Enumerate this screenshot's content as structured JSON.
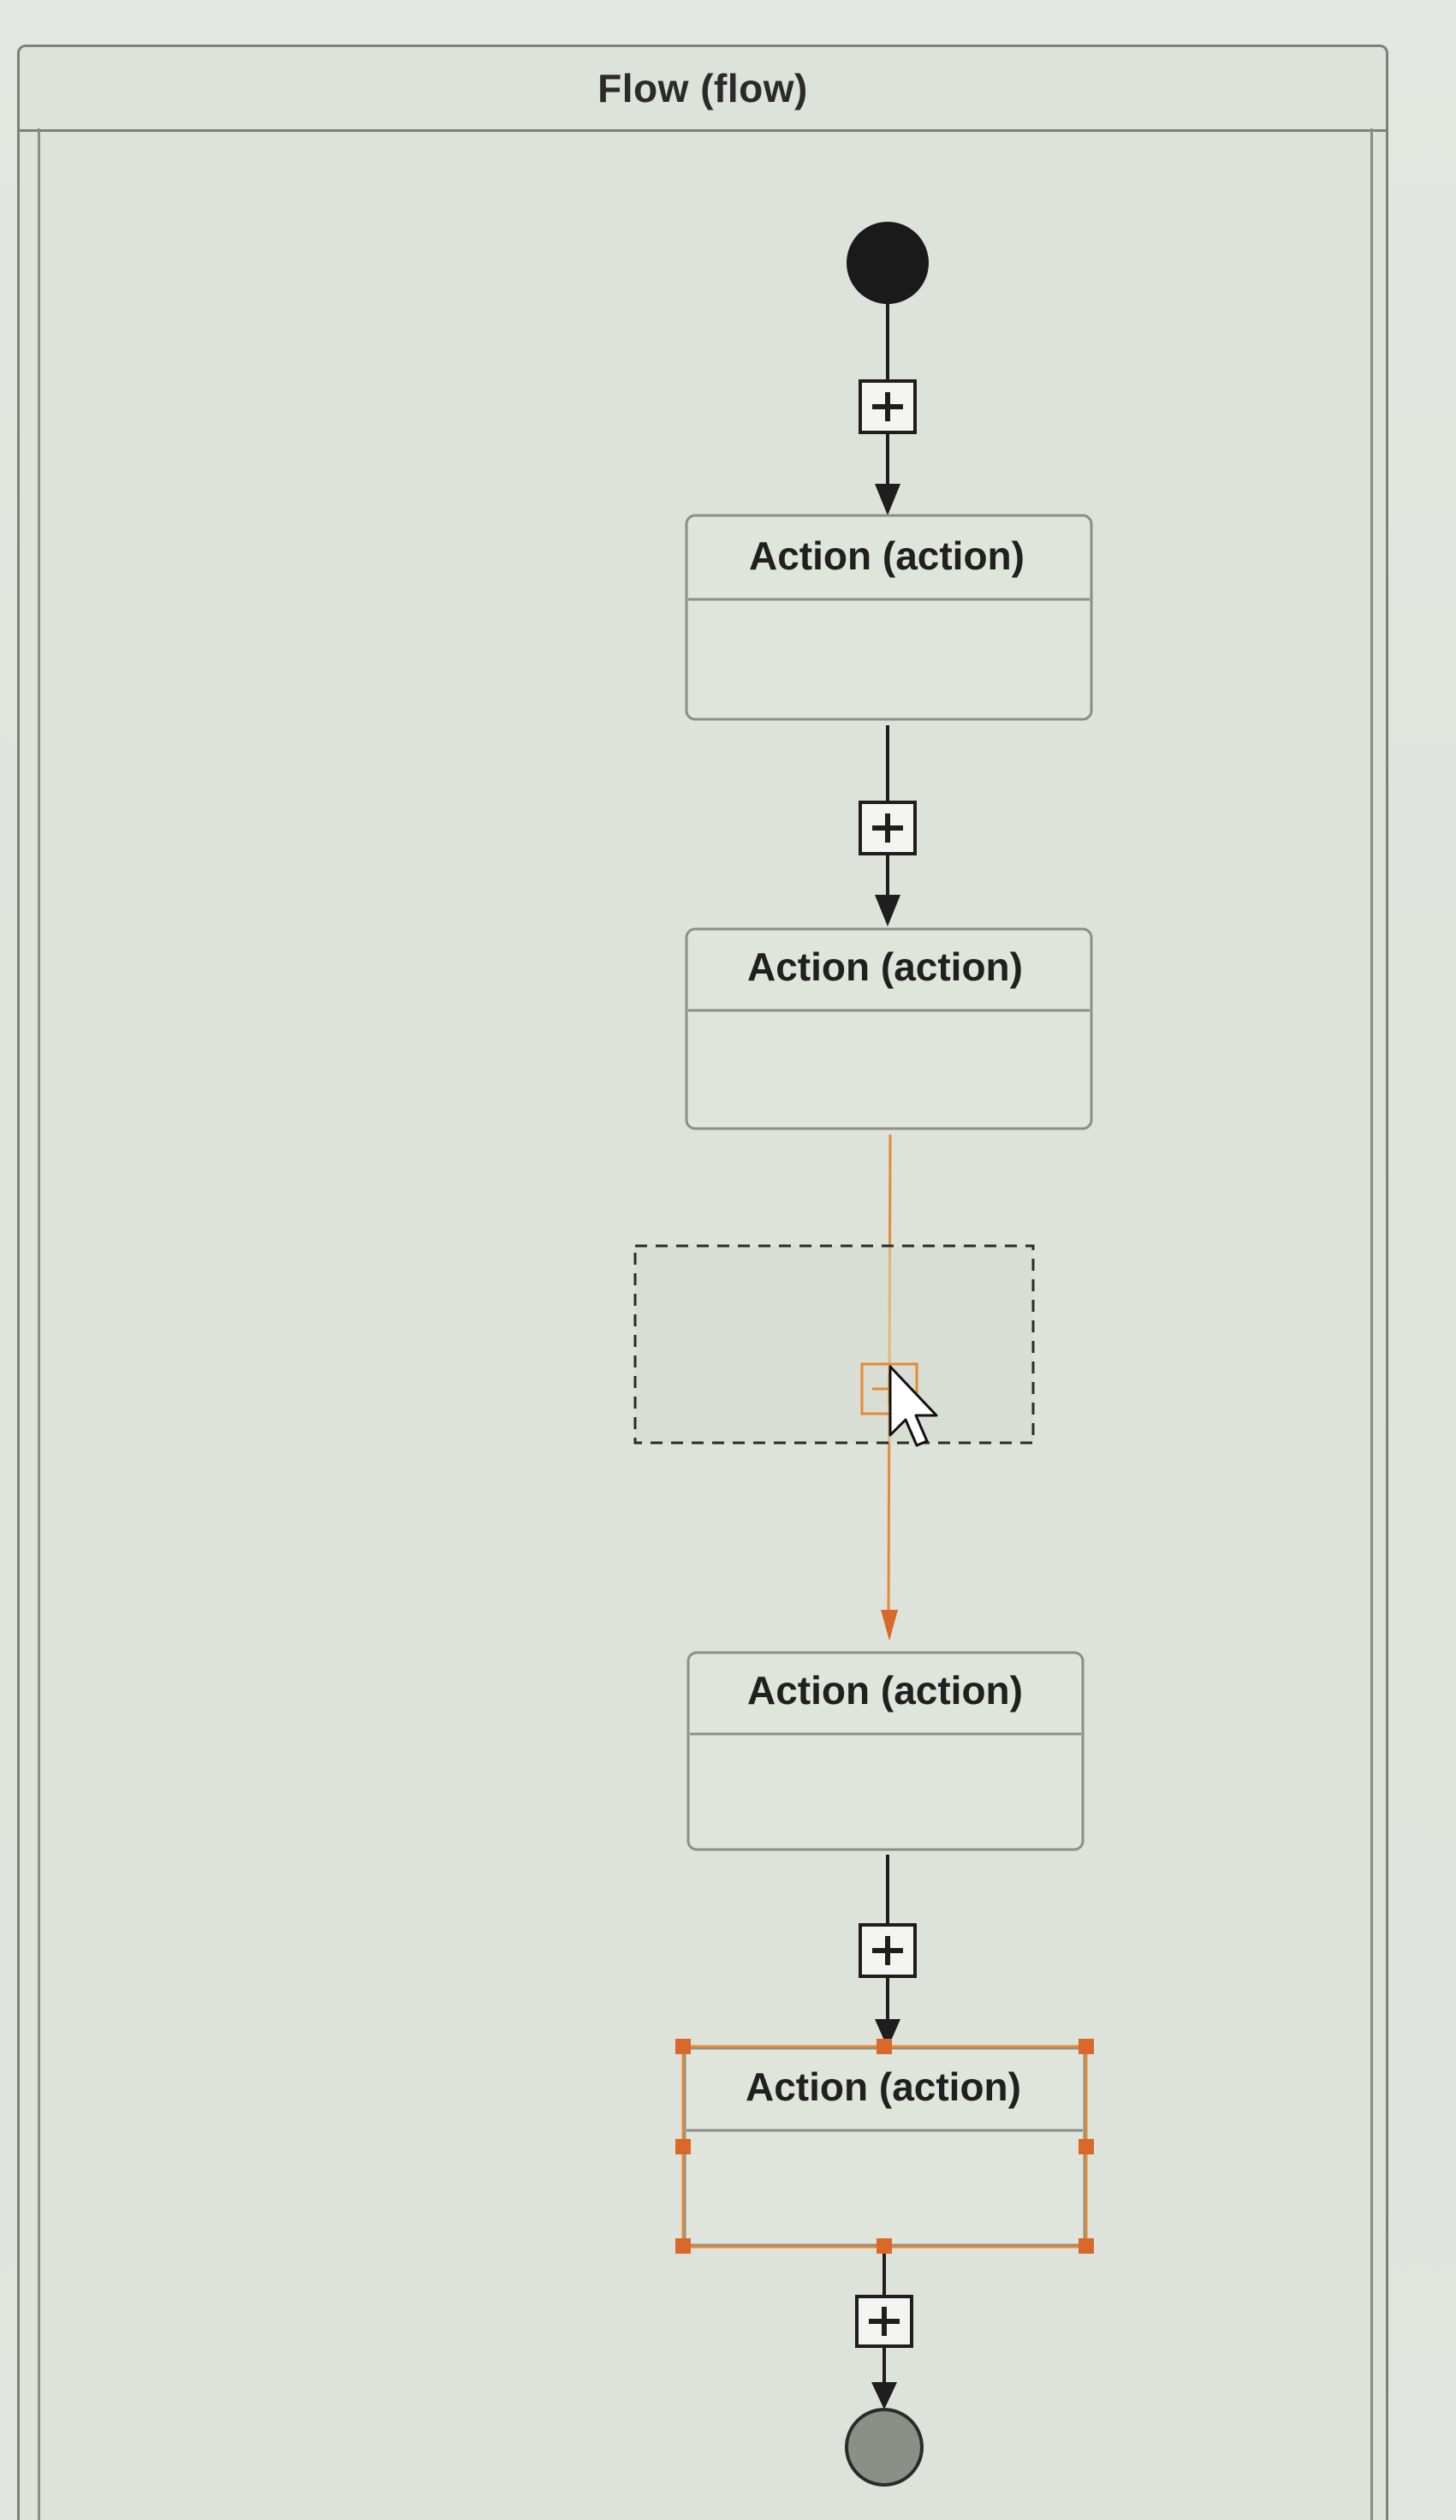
{
  "diagram": {
    "container_title": "Flow (flow)",
    "nodes": [
      {
        "id": "initial",
        "kind": "initial-node"
      },
      {
        "id": "action-1",
        "kind": "action",
        "label": "Action (action)"
      },
      {
        "id": "action-2",
        "kind": "action",
        "label": "Action (action)"
      },
      {
        "id": "drop-placeholder",
        "kind": "drag-preview"
      },
      {
        "id": "action-3",
        "kind": "action",
        "label": "Action (action)"
      },
      {
        "id": "action-4",
        "kind": "action",
        "label": "Action (action)",
        "selected": true
      },
      {
        "id": "final",
        "kind": "final-node"
      }
    ],
    "edges": [
      {
        "from": "initial",
        "to": "action-1",
        "insert_icon": "plus-icon"
      },
      {
        "from": "action-1",
        "to": "action-2",
        "insert_icon": "plus-icon"
      },
      {
        "from": "action-2",
        "to": "action-3",
        "highlighted": true,
        "insert_icon": "plus-icon"
      },
      {
        "from": "action-3",
        "to": "action-4",
        "insert_icon": "plus-icon"
      },
      {
        "from": "action-4",
        "to": "final",
        "insert_icon": "plus-icon"
      }
    ],
    "cursor": "arrow-pointer-icon"
  },
  "colors": {
    "background": "#e2e5df",
    "line": "#1d1e1d",
    "node_border": "#8b8e89",
    "highlight": "#e58a32",
    "selection_handle": "#d9692a",
    "initial_node": "#1a1a1a",
    "final_node": "#8a8f88"
  }
}
